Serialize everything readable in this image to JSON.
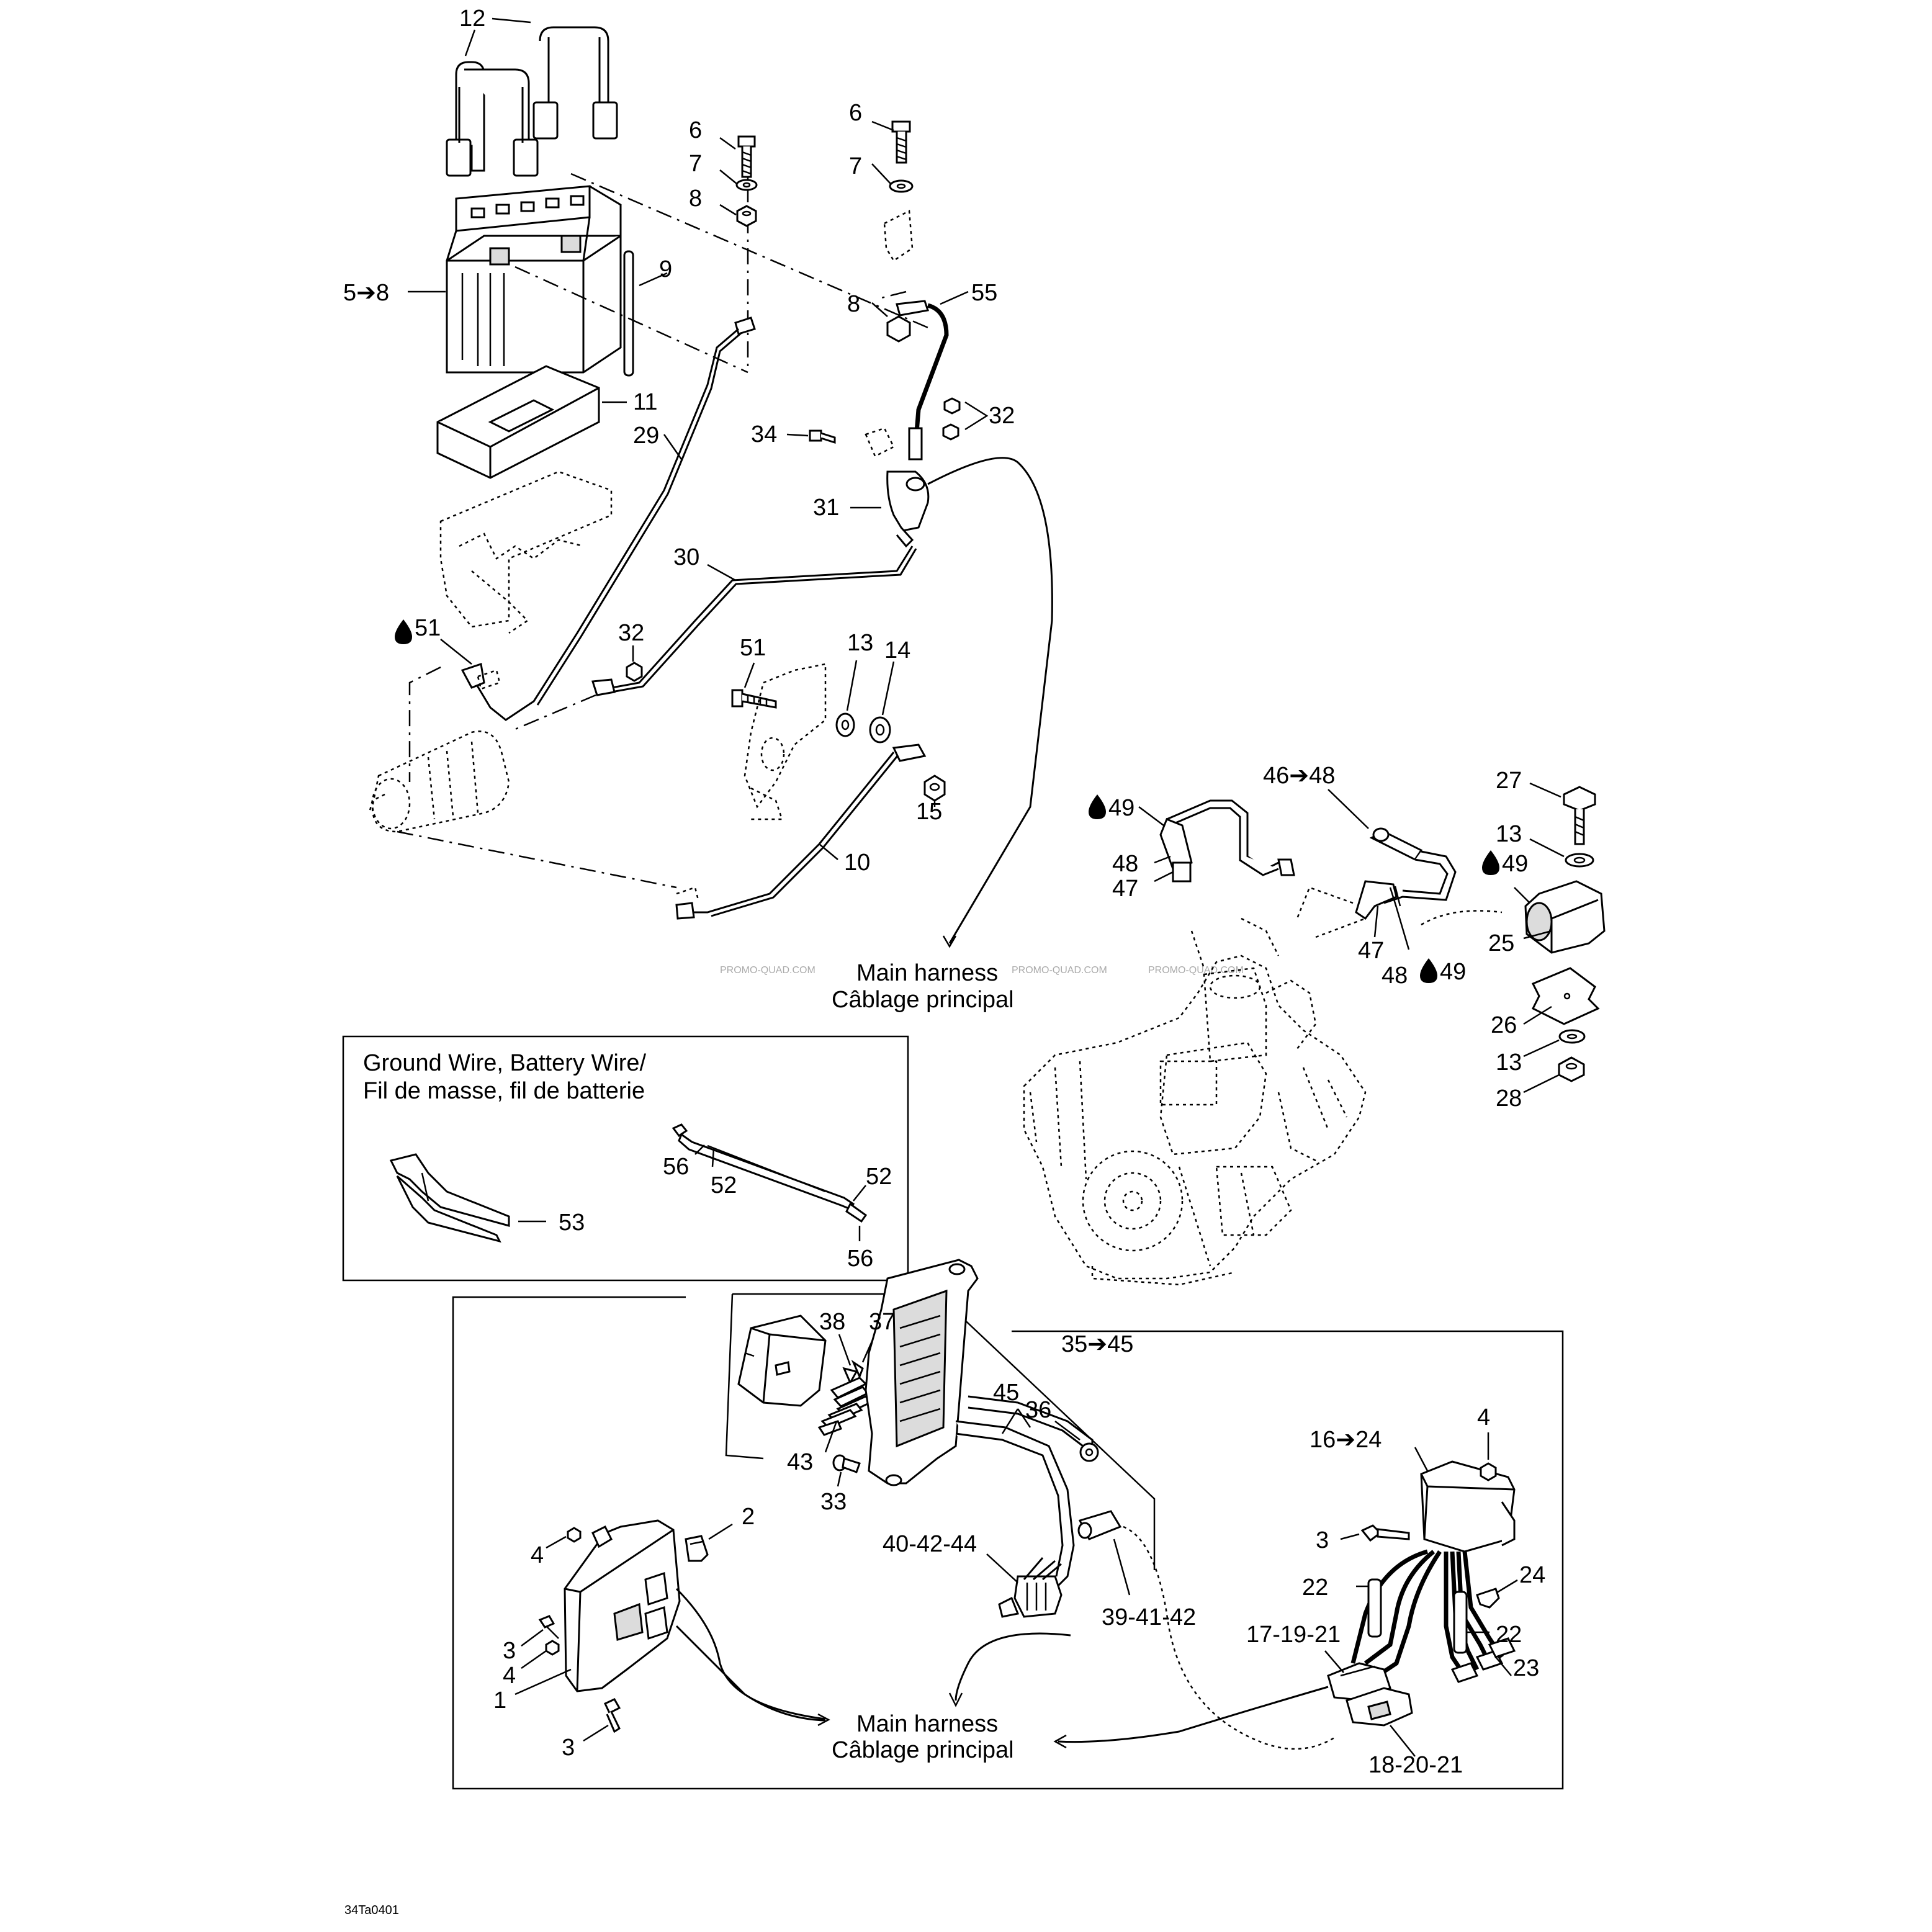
{
  "diagram_code": "34Ta0401",
  "harness_label": {
    "en": "Main harness",
    "fr": "Câblage principal"
  },
  "ground_wire_box": {
    "title_line1": "Ground Wire, Battery Wire/",
    "title_line2": "Fil de masse, fil de batterie"
  },
  "watermark": "PROMO-QUAD.COM",
  "labels": {
    "battery_strap": "12",
    "screw_a": "6",
    "washer_a": "7",
    "nut_a": "8",
    "screw_b": "6",
    "washer_b": "7",
    "battery": "5➔8",
    "vent_tube": "9",
    "nut_b": "8",
    "cable_55": "55",
    "battery_tray": "11",
    "cable_29": "29",
    "nut_32a": "32",
    "screw_34": "34",
    "solenoid": "31",
    "cable_30": "30",
    "loctite_51a": "51",
    "nut_32b": "32",
    "screw_51": "51",
    "washer_13a": "13",
    "spacer_14": "14",
    "nut_15": "15",
    "cable_10": "10",
    "screw_27": "27",
    "washer_13b": "13",
    "loctite_49c": "49",
    "coil_25": "25",
    "plate_26": "26",
    "washer_13c": "13",
    "nut_28": "28",
    "hv_wire": "46➔48",
    "loctite_49a": "49",
    "clip_48a": "48",
    "cap_47a": "47",
    "cap_47b": "47",
    "clip_48b": "48",
    "loctite_49b": "49",
    "crimper_53": "53",
    "terminal_56a": "56",
    "cable_52a": "52",
    "cable_52b": "52",
    "terminal_56b": "56",
    "conn_38": "38",
    "conn_37": "37",
    "harness_kit": "35➔45",
    "wire_45": "45",
    "eyelet_36": "36",
    "terminal_43": "43",
    "screw_33": "33",
    "conn_40_42_44": "40-42-44",
    "conn_39_41_42": "39-41-42",
    "clip_2": "2",
    "nut_4a": "4",
    "screw_3a": "3",
    "nut_4b": "4",
    "module_1": "1",
    "screw_3b": "3",
    "regulator": "16➔24",
    "nut_4c": "4",
    "screw_3c": "3",
    "sleeve_22a": "22",
    "clip_24": "24",
    "sleeve_22b": "22",
    "conn_17_19_21": "17-19-21",
    "terminal_23": "23",
    "conn_18_20_21": "18-20-21"
  }
}
